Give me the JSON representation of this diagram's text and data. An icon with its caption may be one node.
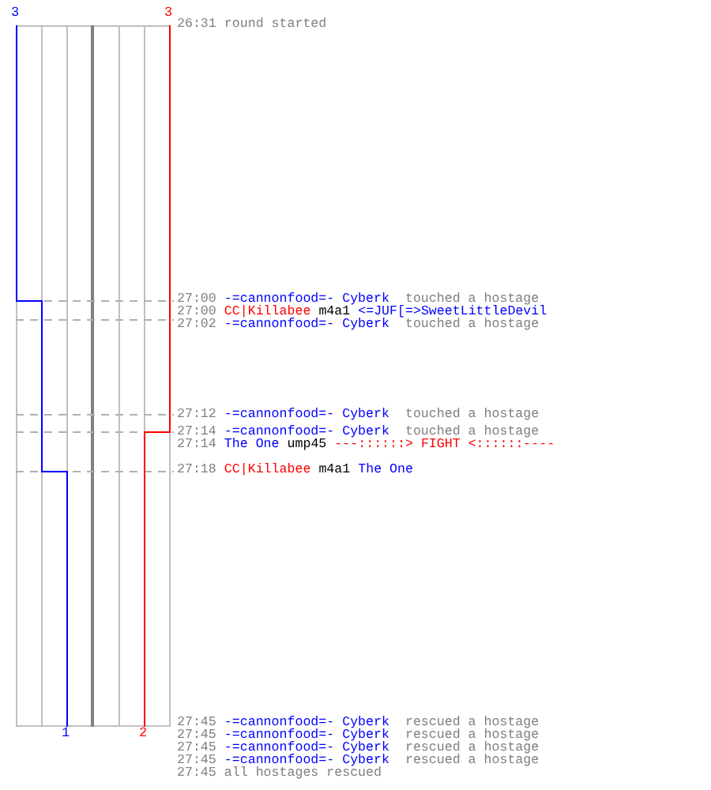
{
  "diagram": {
    "labels": [
      "3",
      "3",
      "26:31",
      "round started",
      "27:00",
      "-=cannonfood=- Cyberk",
      "touched a hostage",
      "27:00",
      "CC|Killabee",
      "m4a1",
      "<=JUF[=>SweetLittleDevil",
      "27:02",
      "-=cannonfood=- Cyberk",
      "touched a hostage",
      "27:12",
      "-=cannonfood=- Cyberk",
      "touched a hostage",
      "27:14",
      "-=cannonfood=- Cyberk",
      "touched a hostage",
      "27:14",
      "The One",
      "ump45",
      "---::::::> FIGHT <::::::----",
      "27:18",
      "CC|Killabee",
      "m4a1",
      "The One",
      "1",
      "2",
      "27:45",
      "-=cannonfood=- Cyberk",
      "rescued a hostage",
      "27:45",
      "-=cannonfood=- Cyberk",
      "rescued a hostage",
      "27:45",
      "-=cannonfood=- Cyberk",
      "rescued a hostage",
      "27:45",
      "-=cannonfood=- Cyberk",
      "rescued a hostage",
      "27:45",
      "all hostages rescued"
    ]
  }
}
